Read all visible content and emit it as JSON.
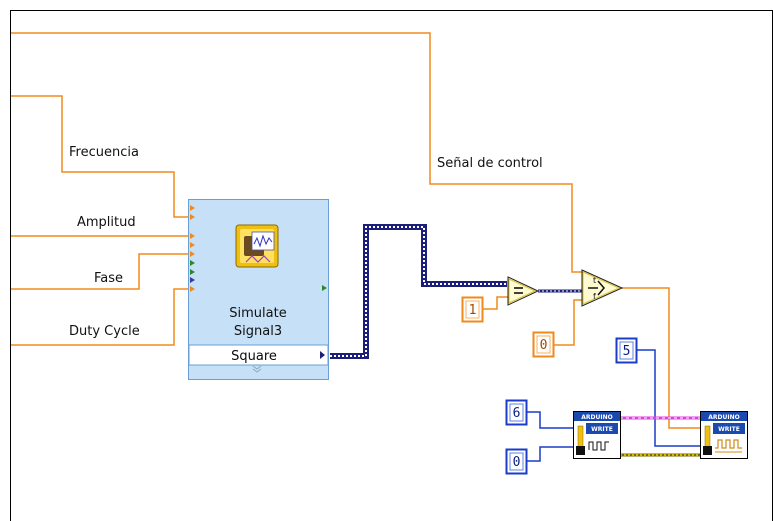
{
  "labels": {
    "frecuencia": "Frecuencia",
    "amplitud": "Amplitud",
    "fase": "Fase",
    "duty_cycle": "Duty Cycle",
    "senal_control": "Señal de control"
  },
  "simulate_signal": {
    "title_line1": "Simulate",
    "title_line2": "Signal3",
    "output_label": "Square"
  },
  "constants": {
    "c_one": "1",
    "c_zero_orange": "0",
    "c_five": "5",
    "c_six": "6",
    "c_zero_blue": "0"
  },
  "arduino_write_1": {
    "header": "ARDUINO",
    "label": "WRITE"
  },
  "arduino_write_2": {
    "header": "ARDUINO",
    "label": "WRITE"
  },
  "colors": {
    "numeric_wire": "#f08a1c",
    "integer_wire": "#1a3cc8",
    "dynamic_wire": "#1b1f7a",
    "resource_wire": "#e040e0",
    "error_wire": "#c8b400",
    "express_vi_bg": "#c6e0f8"
  },
  "icons": {
    "simulate_signal": "simulate-signal-icon",
    "equal": "equal-comparison-icon",
    "select": "select-icon",
    "arduino_pwm": "arduino-pwm-write-icon",
    "arduino_digital": "arduino-digital-write-icon"
  }
}
